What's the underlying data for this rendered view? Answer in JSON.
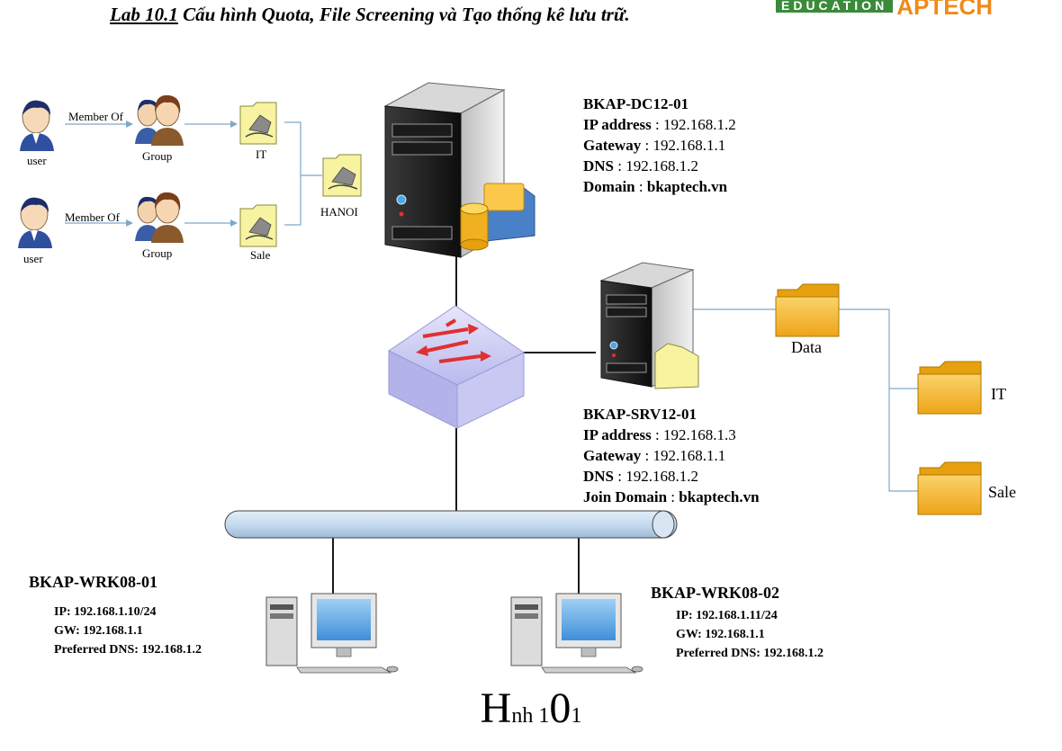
{
  "title": {
    "lab": "Lab 10.1",
    "text": " Cấu hình Quota, File Screening và Tạo thống kê lưu trữ."
  },
  "logo": {
    "education": "EDUCATION",
    "aptech": "APTECH"
  },
  "left_diagram": {
    "row1": {
      "user": "user",
      "relation": "Member Of",
      "group": "Group",
      "folder": "IT"
    },
    "row2": {
      "user": "user",
      "relation": "Member Of",
      "group": "Group",
      "folder": "Sale"
    },
    "root_folder": "HANOI"
  },
  "dc": {
    "name": "BKAP-DC12-01",
    "ip_label": "IP address",
    "ip": "192.168.1.2",
    "gw_label": "Gateway",
    "gw": "192.168.1.1",
    "dns_label": "DNS",
    "dns": "192.168.1.2",
    "domain_label": "Domain",
    "domain": "bkaptech.vn"
  },
  "srv": {
    "name": "BKAP-SRV12-01",
    "ip_label": "IP address",
    "ip": "192.168.1.3",
    "gw_label": "Gateway",
    "gw": "192.168.1.1",
    "dns_label": "DNS",
    "dns": "192.168.1.2",
    "domain_label": "Join Domain",
    "domain": "bkaptech.vn"
  },
  "folders": {
    "data": "Data",
    "it": "IT",
    "sale": "Sale"
  },
  "wrk1": {
    "name": "BKAP-WRK08-01",
    "ip": "IP: 192.168.1.10/24",
    "gw": "GW: 192.168.1.1",
    "dns": "Preferred DNS: 192.168.1.2"
  },
  "wrk2": {
    "name": "BKAP-WRK08-02",
    "ip": "IP: 192.168.1.11/24",
    "gw": "GW: 192.168.1.1",
    "dns": "Preferred DNS: 192.168.1.2"
  },
  "caption": {
    "big1": "H",
    "small1": "nh 1",
    "big2": "0",
    "small2": "1"
  },
  "colors": {
    "folder": "#f5b422",
    "bus": "#c6dbf0",
    "link": "#7fa8c9",
    "logo_green": "#3a8a3a",
    "logo_orange": "#f08a1a"
  }
}
